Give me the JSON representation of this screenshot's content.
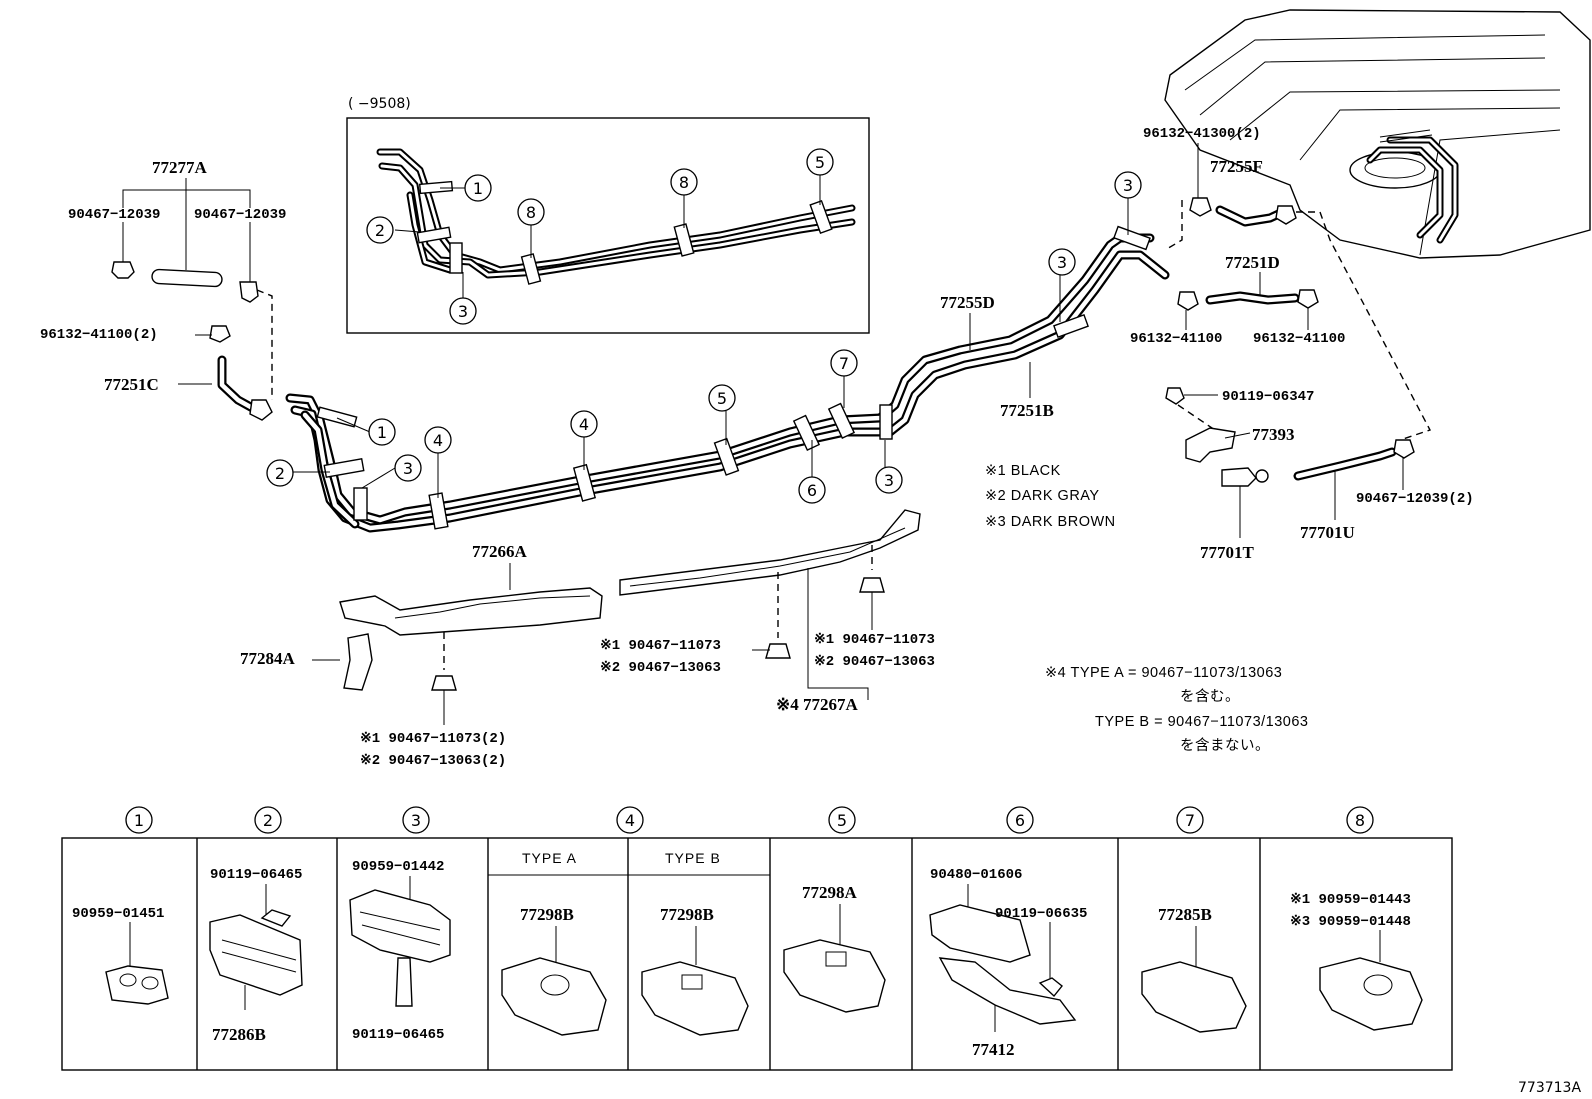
{
  "inset": {
    "range_label": "(   −9508)",
    "circles": [
      "1",
      "2",
      "3",
      "8",
      "8",
      "5"
    ]
  },
  "parts_left": {
    "p77277A": "77277A",
    "clip_left": "90467−12039",
    "clip_right": "90467−12039",
    "clamp": "96132−41100(2)",
    "hose": "77251C"
  },
  "main_circles": {
    "c1": "1",
    "c2": "2",
    "c3a": "3",
    "c4a": "4",
    "c4b": "4",
    "c5": "5",
    "c6": "6",
    "c7": "7",
    "c3b": "3",
    "c3c": "3",
    "c3d": "3"
  },
  "tubes": {
    "t1": "77255D",
    "t2": "77251B"
  },
  "tank": {
    "clamp_top": "96132−41300(2)",
    "hose_top": "77255F",
    "hose_mid": "77251D",
    "clamp_mid_l": "96132−41100",
    "clamp_mid_r": "96132−41100",
    "bolt": "90119−06347",
    "bracket": "77393",
    "valve": "77701T",
    "hose_low": "77701U",
    "clip_low": "90467−12039(2)"
  },
  "legend": {
    "l1": "※1  BLACK",
    "l2": "※2  DARK  GRAY",
    "l3": "※3  DARK  BROWN"
  },
  "protectors": {
    "p_left": "77266A",
    "p_right": "※4 77267A",
    "bracket": "77284A",
    "m1a": "※1 90467−11073",
    "m1b": "※2 90467−13063",
    "m2a": "※1 90467−11073",
    "m2b": "※2 90467−13063",
    "m3a": "※1 90467−11073(2)",
    "m3b": "※2 90467−13063(2)"
  },
  "type_note": {
    "a1": "※4   TYPE A = 90467−11073/13063",
    "a2": "を含む。",
    "b1": "TYPE B = 90467−11073/13063",
    "b2": "を含まない。"
  },
  "table": {
    "headers": [
      "1",
      "2",
      "3",
      "4",
      "5",
      "6",
      "7",
      "8"
    ],
    "type_a": "TYPE  A",
    "type_b": "TYPE  B",
    "c1": "90959−01451",
    "c2_top": "90119−06465",
    "c2_bot": "77286B",
    "c3_top": "90959−01442",
    "c3_bot": "90119−06465",
    "c4a": "77298B",
    "c4b": "77298B",
    "c5": "77298A",
    "c6_top": "90480−01606",
    "c6_mid": "90119−06635",
    "c6_bot": "77412",
    "c7": "77285B",
    "c8_a": "※1 90959−01443",
    "c8_b": "※3 90959−01448"
  },
  "diagram_id": "773713A"
}
